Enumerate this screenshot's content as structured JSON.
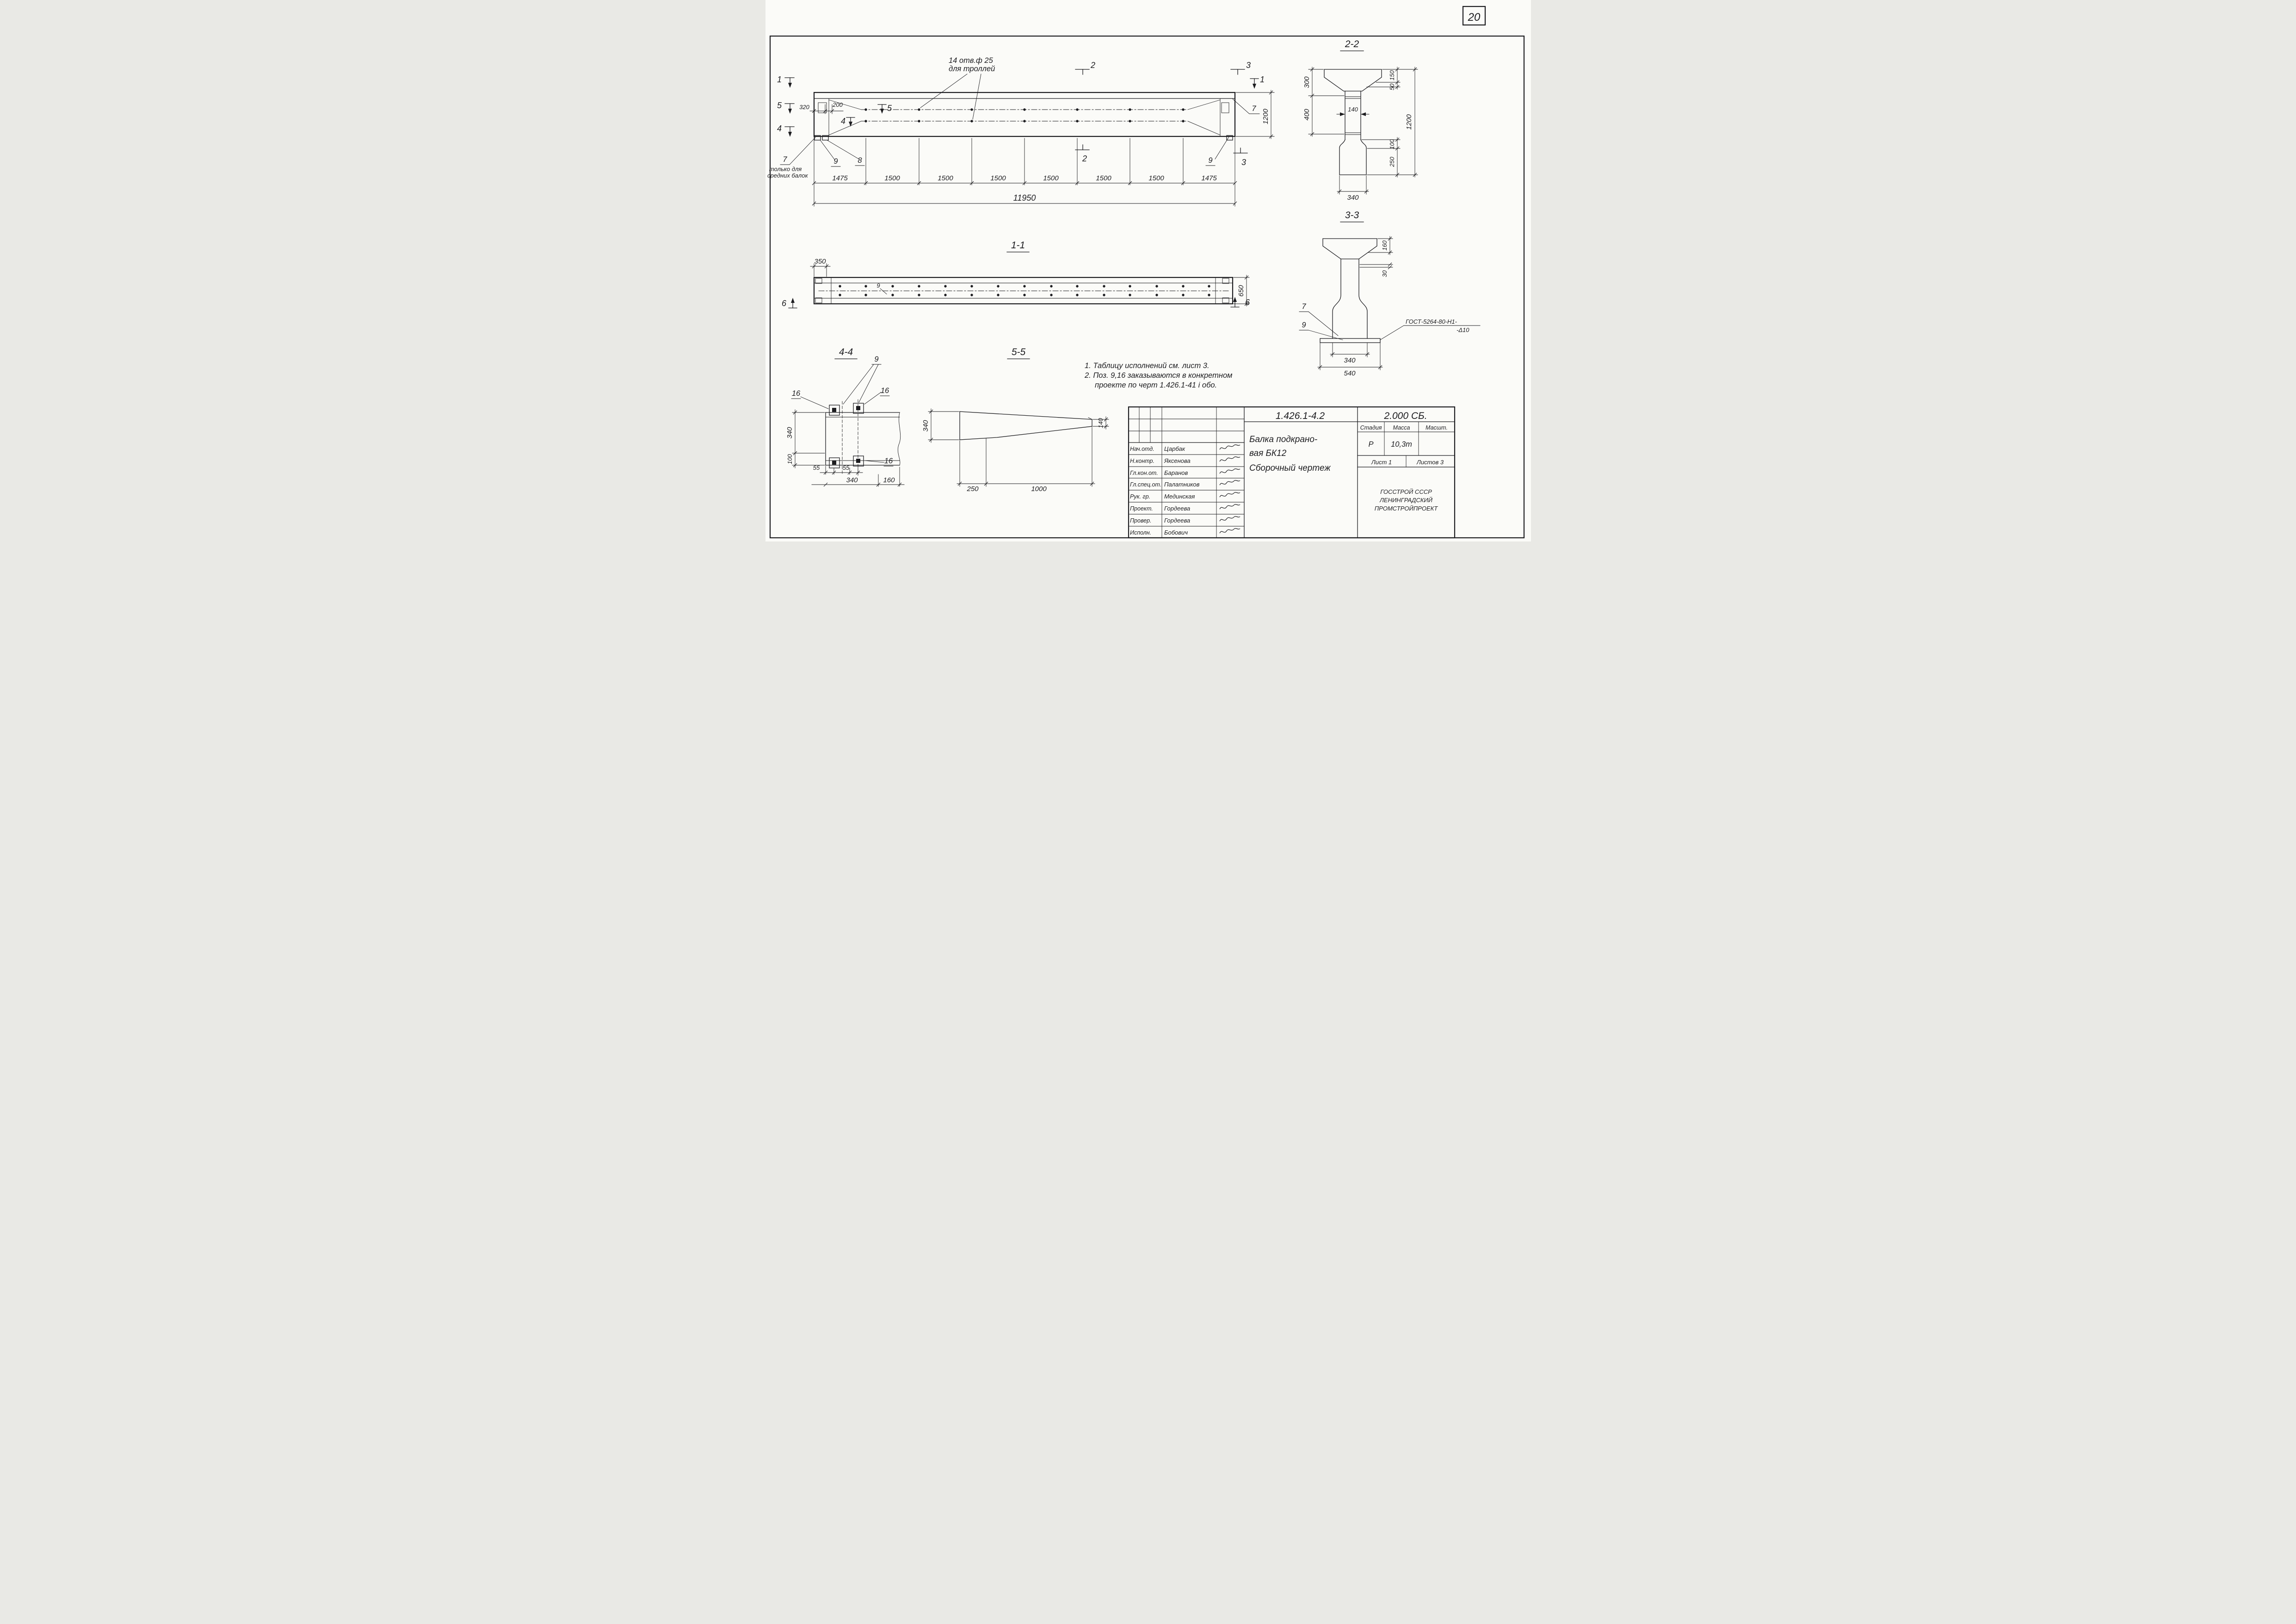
{
  "page": {
    "number": "20"
  },
  "elevation": {
    "holes_note": [
      "14 отв.ф 25",
      "для троллей"
    ],
    "mark_1": "1",
    "mark_2": "2",
    "mark_3": "3",
    "mark_4": "4",
    "mark_5": "5",
    "pos_7": "7",
    "pos_8": "8",
    "pos_9": "9",
    "only_note": [
      "только для",
      "средних балок"
    ],
    "dim_320": "320",
    "dim_200": "200",
    "dim_1200": "1200",
    "dims_bottom": [
      "1475",
      "1500",
      "1500",
      "1500",
      "1500",
      "1500",
      "1500",
      "1475"
    ],
    "dim_total": "11950"
  },
  "section22": {
    "title": "2-2",
    "d300": "300",
    "d400": "400",
    "d140": "140",
    "d150": "150",
    "d50": "50",
    "d1200": "1200",
    "d100": "100",
    "d250": "250",
    "d340": "340"
  },
  "section11": {
    "title": "1-1",
    "d350": "350",
    "d650": "650",
    "mark_6": "6",
    "pos_9": "9"
  },
  "section33": {
    "title": "3-3",
    "d160": "160",
    "d30": "30",
    "d340": "340",
    "d540": "540",
    "pos_7": "7",
    "pos_9": "9",
    "gost": [
      "ГОСТ-5264-80-Н1-",
      "-Δ10"
    ]
  },
  "section44": {
    "title": "4-4",
    "pos_9": "9",
    "pos_16": "16",
    "d340v": "340",
    "d100": "100",
    "d55a": "55",
    "d55b": "55",
    "d340": "340",
    "d160": "160"
  },
  "section55": {
    "title": "5-5",
    "d340": "340",
    "d140": "140",
    "d250": "250",
    "d1000": "1000"
  },
  "notes": [
    "1. Таблицу исполнений  см. лист 3.",
    "2. Поз. 9,16 заказываются в конкретном",
    "проекте по черт 1.426.1-41 i обо."
  ],
  "title_block": {
    "doc_number": "1.426.1-4.2",
    "doc_code": "2.000 СБ.",
    "title_lines": [
      "Балка подкрано-",
      "вая БК12",
      "Сборочный  чертеж"
    ],
    "rows": [
      {
        "role": "Нач.отд.",
        "name": "Царбак"
      },
      {
        "role": "Н.контр.",
        "name": "Яксенова"
      },
      {
        "role": "Гл.кон.от.",
        "name": "Баранов"
      },
      {
        "role": "Гл.спец.от.",
        "name": "Палатников"
      },
      {
        "role": "Рук. гр.",
        "name": "Мединская"
      },
      {
        "role": "Проект.",
        "name": "Гордеева"
      },
      {
        "role": "Провер.",
        "name": "Гордеева"
      },
      {
        "role": "Исполн.",
        "name": "Бобович"
      }
    ],
    "stage_header": "Стадия",
    "mass_header": "Масса",
    "scale_header": "Масшт.",
    "stage": "Р",
    "mass": "10,3т",
    "sheet": "Лист 1",
    "sheets": "Листов 3",
    "org_lines": [
      "ГОССТРОЙ СССР",
      "ЛЕНИНГРАДСКИЙ",
      "ПРОМСТРОЙПРОЕКТ"
    ]
  }
}
